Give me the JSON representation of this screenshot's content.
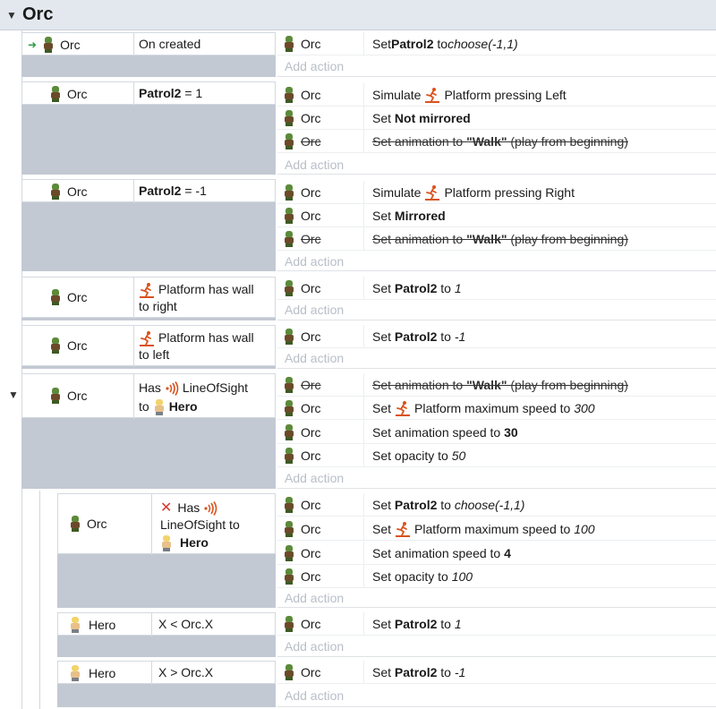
{
  "group": {
    "title": "Orc"
  },
  "add_action_label": "Add action",
  "events": [
    {
      "condition_object": "Orc",
      "condition_text": "On created",
      "actions": [
        {
          "object": "Orc",
          "parts": [
            "Set ",
            "Patrol2",
            " to ",
            "choose(-1,1)"
          ]
        }
      ]
    },
    {
      "condition_object": "Orc",
      "condition_var": "Patrol2",
      "condition_rest": " = 1",
      "actions": [
        {
          "object": "Orc",
          "prefix": "Simulate",
          "suffix": "Platform pressing Left"
        },
        {
          "object": "Orc",
          "parts": [
            "Set ",
            "Not mirrored"
          ]
        },
        {
          "object": "Orc",
          "disabled": true,
          "parts": [
            "Set animation to ",
            "\"Walk\"",
            " (play from beginning)"
          ]
        }
      ]
    },
    {
      "condition_object": "Orc",
      "condition_var": "Patrol2",
      "condition_rest": " = -1",
      "actions": [
        {
          "object": "Orc",
          "prefix": "Simulate",
          "suffix": "Platform pressing Right"
        },
        {
          "object": "Orc",
          "parts": [
            "Set ",
            "Mirrored"
          ]
        },
        {
          "object": "Orc",
          "disabled": true,
          "parts": [
            "Set animation to ",
            "\"Walk\"",
            " (play from beginning)"
          ]
        }
      ]
    },
    {
      "condition_object": "Orc",
      "condition_line1": "Platform has wall",
      "condition_line2": "to right",
      "actions": [
        {
          "object": "Orc",
          "parts": [
            "Set ",
            "Patrol2",
            " to ",
            "1"
          ]
        }
      ]
    },
    {
      "condition_object": "Orc",
      "condition_line1": "Platform has wall",
      "condition_line2": "to left",
      "actions": [
        {
          "object": "Orc",
          "parts": [
            "Set ",
            "Patrol2",
            " to ",
            "-1"
          ]
        }
      ]
    },
    {
      "condition_object": "Orc",
      "condition_has": "Has",
      "condition_behavior": "LineOfSight",
      "condition_to": "to",
      "condition_target": "Hero",
      "actions": [
        {
          "object": "Orc",
          "disabled": true,
          "parts": [
            "Set animation to ",
            "\"Walk\"",
            " (play from beginning)"
          ]
        },
        {
          "object": "Orc",
          "prefix": "Set",
          "suffix": "Platform maximum speed to ",
          "value": "300"
        },
        {
          "object": "Orc",
          "parts": [
            "Set animation speed to ",
            "30"
          ]
        },
        {
          "object": "Orc",
          "parts": [
            "Set opacity to ",
            "50"
          ]
        }
      ]
    },
    {
      "condition_object": "Orc",
      "condition_has": "Has",
      "condition_line2": "LineOfSight to",
      "condition_target": "Hero",
      "actions": [
        {
          "object": "Orc",
          "parts": [
            "Set ",
            "Patrol2",
            " to ",
            "choose(-1,1)"
          ]
        },
        {
          "object": "Orc",
          "prefix": "Set",
          "suffix": "Platform maximum speed to ",
          "value": "100"
        },
        {
          "object": "Orc",
          "parts": [
            "Set animation speed to ",
            "4"
          ]
        },
        {
          "object": "Orc",
          "parts": [
            "Set opacity to ",
            "100"
          ]
        }
      ]
    },
    {
      "condition_object": "Hero",
      "condition_text": "X < Orc.X",
      "actions": [
        {
          "object": "Orc",
          "parts": [
            "Set ",
            "Patrol2",
            " to ",
            "1"
          ]
        }
      ]
    },
    {
      "condition_object": "Hero",
      "condition_text": "X > Orc.X",
      "actions": [
        {
          "object": "Orc",
          "parts": [
            "Set ",
            "Patrol2",
            " to ",
            "-1"
          ]
        }
      ]
    }
  ]
}
